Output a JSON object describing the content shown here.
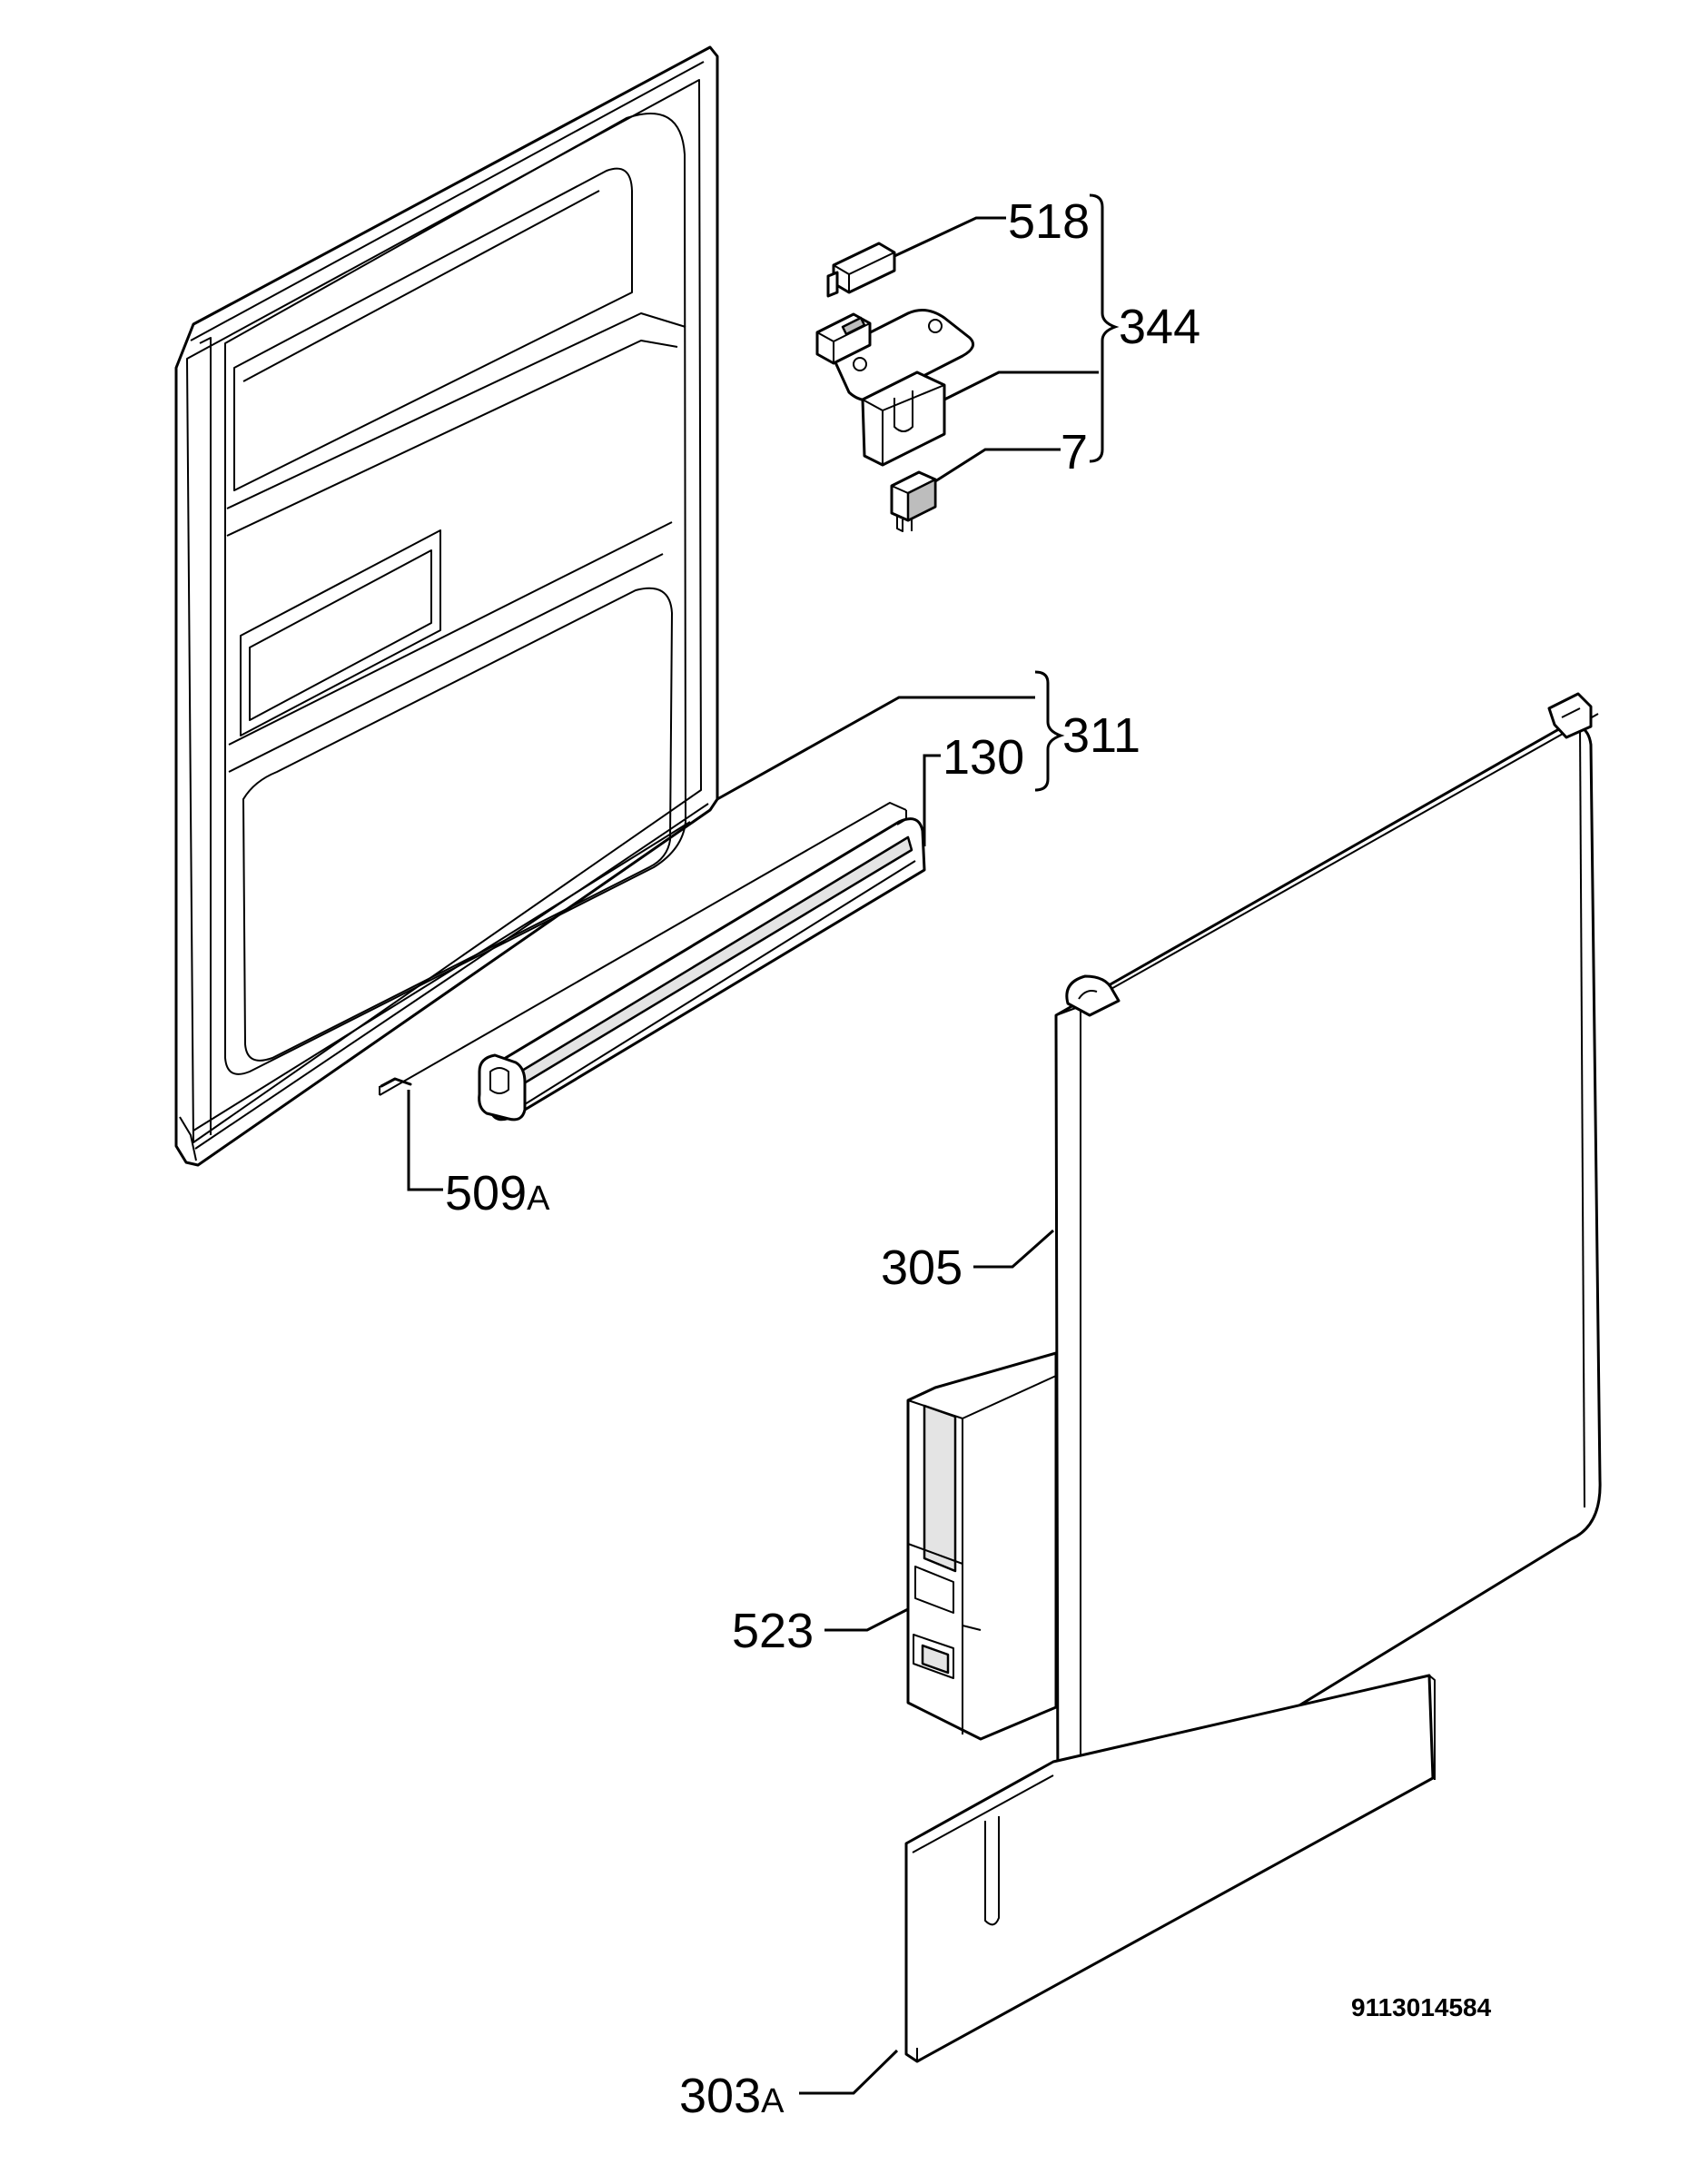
{
  "diagram": {
    "drawing_number": "9113014584",
    "callouts": [
      {
        "id": "518",
        "main": "518",
        "suffix": ""
      },
      {
        "id": "344",
        "main": "344",
        "suffix": ""
      },
      {
        "id": "7",
        "main": "7",
        "suffix": ""
      },
      {
        "id": "311",
        "main": "311",
        "suffix": ""
      },
      {
        "id": "130",
        "main": "130",
        "suffix": ""
      },
      {
        "id": "509A",
        "main": "509",
        "suffix": "A"
      },
      {
        "id": "305",
        "main": "305",
        "suffix": ""
      },
      {
        "id": "523",
        "main": "523",
        "suffix": ""
      },
      {
        "id": "303A",
        "main": "303",
        "suffix": "A"
      }
    ],
    "parts": [
      {
        "id": "inner-door-panel"
      },
      {
        "id": "door-lock-assembly"
      },
      {
        "id": "lock-cover-518"
      },
      {
        "id": "microswitch-7"
      },
      {
        "id": "door-seal-130"
      },
      {
        "id": "seal-clip-509a"
      },
      {
        "id": "outer-door-panel-305"
      },
      {
        "id": "control-panel-523"
      },
      {
        "id": "kick-plate-303a"
      }
    ]
  }
}
